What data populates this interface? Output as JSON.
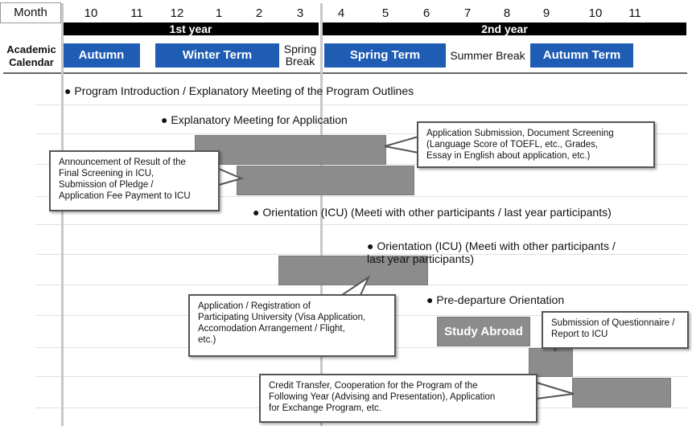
{
  "header": {
    "month_label": "Month",
    "months": [
      "10",
      "11",
      "12",
      "1",
      "2",
      "3",
      "4",
      "5",
      "6",
      "7",
      "8",
      "9",
      "10",
      "11"
    ],
    "year1": "1st year",
    "year2": "2nd year"
  },
  "calendar": {
    "label": "Academic Calendar",
    "autumn1": "Autumn Term",
    "winter": "Winter Term",
    "spring_break": "Spring Break",
    "spring": "Spring Term",
    "summer_break": "Summer Break",
    "autumn2": "Autumn Term",
    "term_color": "#1f5db4"
  },
  "events": {
    "program_intro": "Program Introduction / Explanatory Meeting of the Program Outlines",
    "explanatory_meeting": "Explanatory Meeting for Application",
    "application_submission": "Application Submission, Document Screening\n(Language Score of TOEFL, etc., Grades,\n Essay in English about application, etc.)",
    "final_screening": "Announcement of Result of the\nFinal Screening in ICU,\nSubmission of Pledge /\nApplication Fee Payment to ICU",
    "orientation1": "Orientation (ICU) (Meeti with other participants / last year participants)",
    "orientation2": "Orientation (ICU) (Meeti with other participants /\n last year participants)",
    "registration": "Application / Registration of\nParticipating University (Visa Application,\nAccomodation Arrangement / Flight,\netc.)",
    "pre_departure": "Pre-departure Orientation",
    "study_abroad": "Study Abroad",
    "questionnaire": "Submission of Questionnaire /\nReport to ICU",
    "credit_transfer": "Credit Transfer, Cooperation for the Program of the\nFollowing Year (Advising and Presentation), Application\nfor Exchange Program, etc.",
    "bar_color": "#8c8c8c"
  }
}
